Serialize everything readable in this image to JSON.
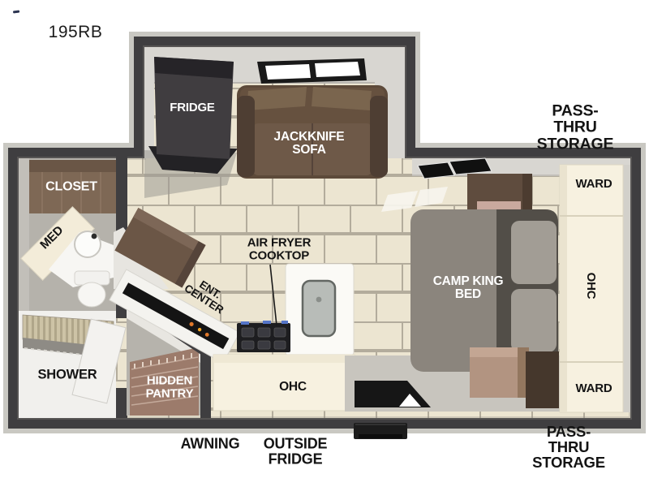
{
  "model": "195RB",
  "exterior_labels": {
    "pass_thru_top": "PASS-THRU\nSTORAGE",
    "pass_thru_bottom": "PASS-THRU\nSTORAGE",
    "awning": "AWNING",
    "outside_fridge": "OUTSIDE\nFRIDGE"
  },
  "front_section": {
    "fridge": "FRIDGE",
    "sofa": "JACKKNIFE\nSOFA"
  },
  "bathroom": {
    "closet": "CLOSET",
    "med": "MED",
    "shower": "SHOWER"
  },
  "kitchen": {
    "air_fryer_cooktop": "AIR FRYER\nCOOKTOP",
    "ent_center": "ENT.\nCENTER",
    "hidden_pantry": "HIDDEN\nPANTRY",
    "ohc": "OHC"
  },
  "bedroom": {
    "bed": "CAMP KING\nBED",
    "ward_top": "WARD",
    "ohc_side": "OHC",
    "ward_bottom": "WARD"
  },
  "colors": {
    "wall": "#3f3e40",
    "wall_bevel": "#c9c8c2",
    "wall_face": "#d8d6d1",
    "tile": "#ece5d1",
    "grout": "#b3ac9c",
    "bath_floor": "#b5b2ab",
    "gray_floor": "#c8c5be",
    "cream_cabinet": "#f7f1e0",
    "wood_brown": "#7e6855",
    "sofa_brown": "#5d4a3a",
    "sofa_seat": "#6e5948",
    "stairs_brown": "#9c7b6b",
    "bed_gray": "#8b857d",
    "bed_dark": "#524e48",
    "pillow_gray": "#a29d95",
    "appliance_dark": "#1d1d20",
    "flame_orange": "#e0782a",
    "label_black": "#141414",
    "label_white": "#ffffff"
  }
}
